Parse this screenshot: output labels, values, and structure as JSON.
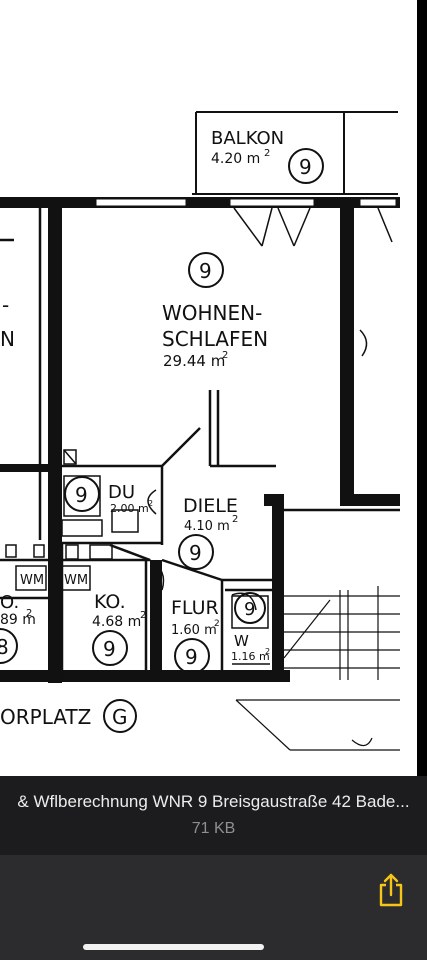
{
  "plan": {
    "balkon": {
      "name": "BALKON",
      "area": "4.20 m",
      "exp": "2",
      "unit": "9"
    },
    "wohnen": {
      "unit": "9",
      "name_line1": "WOHNEN-",
      "name_line2": "SCHLAFEN",
      "area": "29.44 m",
      "exp": "2"
    },
    "partial_left": {
      "hyphen": "-",
      "letter": "N"
    },
    "du": {
      "unit": "9",
      "name": "DU",
      "area": "2.00 m",
      "exp": "2"
    },
    "diele": {
      "name": "DIELE",
      "area": "4.10 m",
      "exp": "2",
      "unit": "9"
    },
    "wm_left": "WM",
    "wm_right": "WM",
    "room_left": {
      "partial_name": "O.",
      "partial_area": "89 m",
      "exp": "2",
      "partial_unit": "8"
    },
    "ko": {
      "name": "KO.",
      "area": "4.68 m",
      "exp": "2",
      "unit": "9"
    },
    "flur": {
      "name": "FLUR",
      "area": "1.60 m",
      "exp": "2",
      "unit": "9"
    },
    "wc": {
      "unit": "9",
      "name": "W",
      "area": "1.16 m",
      "exp": "2"
    },
    "vorplatz": {
      "name": "ORPLATZ",
      "unit": "G"
    }
  },
  "file": {
    "title": "& Wflberechnung WNR 9 Breisgaustraße 42 Bade...",
    "size": "71 KB"
  },
  "toolbar": {
    "share_icon": "share-icon"
  },
  "colors": {
    "accent": "#f5c518",
    "info_bar": "#1c1c1e",
    "toolbar": "#2c2c2e"
  }
}
